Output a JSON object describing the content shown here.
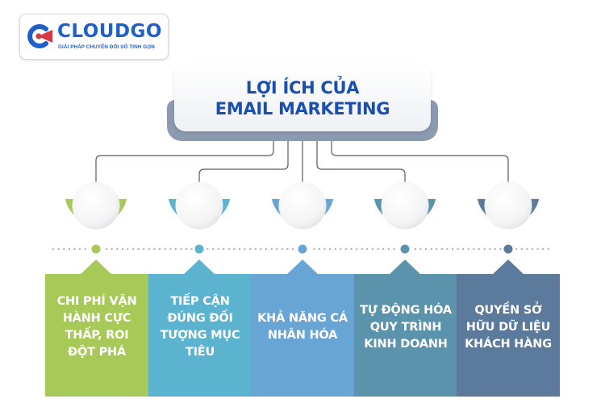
{
  "logo": {
    "name": "CLOUDGO",
    "tagline": "GIẢI PHÁP CHUYỂN ĐỔI SỐ TINH GỌN",
    "icon": "cloudgo-logo-icon",
    "colors": {
      "blue": "#1f5fc8",
      "red": "#d83a45"
    }
  },
  "header": {
    "line1": "LỢI ÍCH CỦA",
    "line2": "EMAIL MARKETING",
    "color": "#1a4fb0"
  },
  "benefits": [
    {
      "label": "CHI PHÍ VẬN HÀNH CỰC THẤP, ROI ĐỘT PHÁ",
      "color": "#a7c957"
    },
    {
      "label": "TIẾP CẬN ĐÚNG ĐỐI TƯỢNG MỤC TIÊU",
      "color": "#5bb3d0"
    },
    {
      "label": "KHẢ NĂNG CÁ NHÂN HÓA",
      "color": "#68a4d4"
    },
    {
      "label": "TỰ ĐỘNG HÓA QUY TRÌNH KINH DOANH",
      "color": "#5b93ac"
    },
    {
      "label": "QUYỀN SỞ HỮU DỮ LIỆU KHÁCH HÀNG",
      "color": "#5c7a9c"
    }
  ]
}
